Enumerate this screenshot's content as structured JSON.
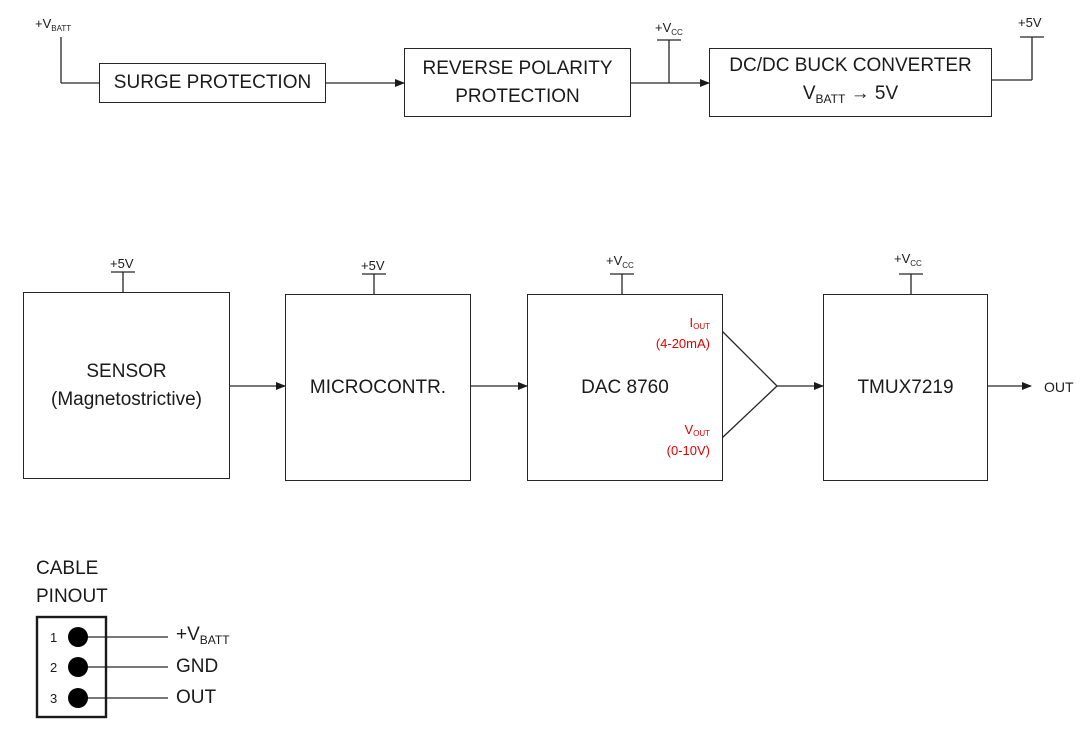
{
  "power_chain": {
    "input_label": {
      "main": "+V",
      "sub": "BATT"
    },
    "surge": "SURGE PROTECTION",
    "reverse": {
      "line1": "REVERSE POLARITY",
      "line2": "PROTECTION"
    },
    "vcc_label": {
      "main": "+V",
      "sub": "CC"
    },
    "buck": {
      "line1": "DC/DC BUCK CONVERTER",
      "line2_main": "V",
      "line2_sub": "BATT",
      "line2_arrow": "→",
      "line2_end": " 5V"
    },
    "output_label": "+5V"
  },
  "signal_chain": {
    "sensor": {
      "line1": "SENSOR",
      "line2": "(Magnetostrictive)",
      "supply": "+5V"
    },
    "micro": {
      "label": "MICROCONTR.",
      "supply": "+5V"
    },
    "dac": {
      "label": "DAC 8760",
      "supply_main": "+V",
      "supply_sub": "CC",
      "iout_main": "I",
      "iout_sub": "OUT",
      "iout_range": "(4-20mA)",
      "vout_main": "V",
      "vout_sub": "OUT",
      "vout_range": "(0-10V)"
    },
    "mux": {
      "label": "TMUX7219",
      "supply_main": "+V",
      "supply_sub": "CC"
    },
    "out_label": "OUT"
  },
  "pinout": {
    "title_line1": "CABLE",
    "title_line2": "PINOUT",
    "pins": [
      {
        "num": "1",
        "name_main": "+V",
        "name_sub": "BATT"
      },
      {
        "num": "2",
        "name_main": "GND",
        "name_sub": ""
      },
      {
        "num": "3",
        "name_main": "OUT",
        "name_sub": ""
      }
    ]
  },
  "colors": {
    "line": "#262626",
    "annotation": "#e00000"
  }
}
